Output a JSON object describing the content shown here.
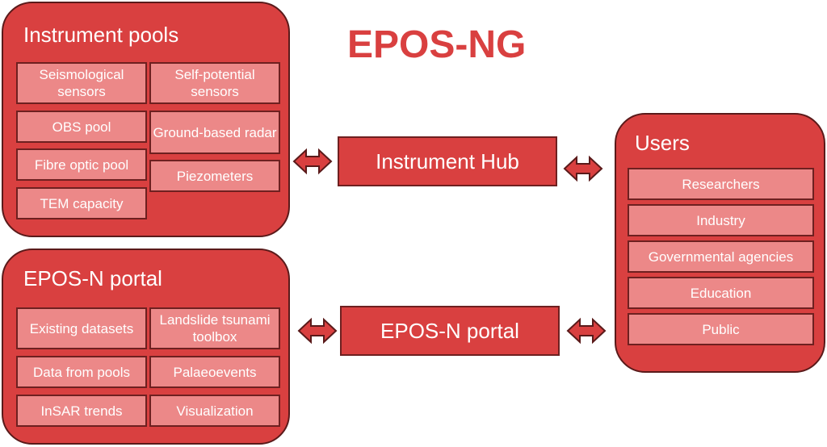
{
  "title": "EPOS-NG",
  "colors": {
    "panel": "#d94040",
    "item": "#ec8888",
    "border": "#6e2020",
    "title": "#d94040"
  },
  "instrument_pools": {
    "title": "Instrument pools",
    "items": [
      "Seismological sensors",
      "OBS pool",
      "Fibre optic pool",
      "TEM capacity",
      "Self-potential sensors",
      "Ground-based radar",
      "Piezometers"
    ]
  },
  "epos_n_portal_panel": {
    "title": "EPOS-N portal",
    "items": [
      "Existing datasets",
      "Data from pools",
      "InSAR trends",
      "Landslide tsunami toolbox",
      "Palaeoevents",
      "Visualization"
    ]
  },
  "users": {
    "title": "Users",
    "items": [
      "Researchers",
      "Industry",
      "Governmental agencies",
      "Education",
      "Public"
    ]
  },
  "hubs": {
    "instrument_hub": "Instrument Hub",
    "epos_n_portal": "EPOS-N portal"
  },
  "icons": {
    "connector": "double-arrow-icon"
  }
}
